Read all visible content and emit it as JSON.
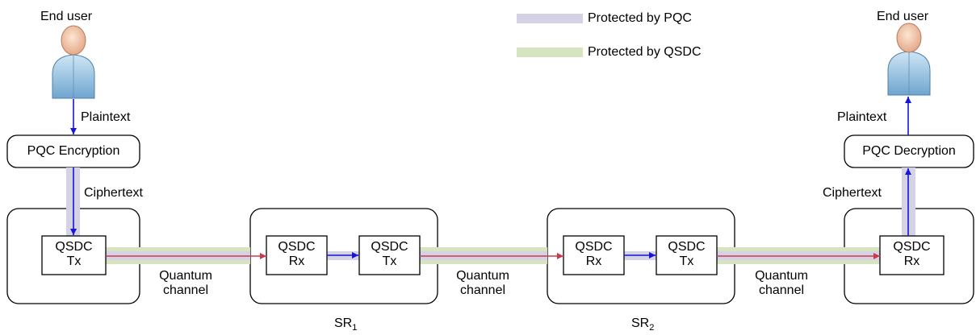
{
  "legend": {
    "pqc_label": "Protected by PQC",
    "qsdc_label": "Protected by QSDC",
    "pqc_color": "#d6d2e6",
    "qsdc_color": "#d7e4c0"
  },
  "colors": {
    "arrow_blue": "#1515d6",
    "arrow_red": "#cc3a4a",
    "box_border": "#000000"
  },
  "left_user": {
    "label": "End user",
    "plaintext": "Plaintext",
    "encryption": "PQC Encryption",
    "ciphertext": "Ciphertext"
  },
  "right_user": {
    "label": "End user",
    "plaintext": "Plaintext",
    "decryption": "PQC Decryption",
    "ciphertext": "Ciphertext"
  },
  "nodes": {
    "tx_left": {
      "line1": "QSDC",
      "line2": "Tx"
    },
    "sr1_rx": {
      "line1": "QSDC",
      "line2": "Rx"
    },
    "sr1_tx": {
      "line1": "QSDC",
      "line2": "Tx"
    },
    "sr2_rx": {
      "line1": "QSDC",
      "line2": "Rx"
    },
    "sr2_tx": {
      "line1": "QSDC",
      "line2": "Tx"
    },
    "rx_right": {
      "line1": "QSDC",
      "line2": "Rx"
    }
  },
  "channels": [
    {
      "line1": "Quantum",
      "line2": "channel"
    },
    {
      "line1": "Quantum",
      "line2": "channel"
    },
    {
      "line1": "Quantum",
      "line2": "channel"
    }
  ],
  "relays": [
    {
      "base": "SR",
      "sub": "1"
    },
    {
      "base": "SR",
      "sub": "2"
    }
  ]
}
